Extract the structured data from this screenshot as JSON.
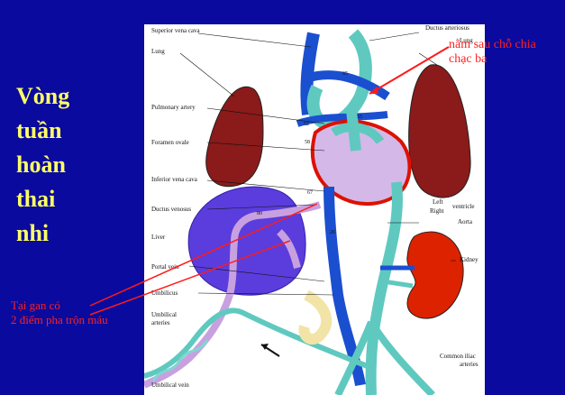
{
  "slide": {
    "title_lines": [
      "Vòng",
      "tuần",
      "hoàn",
      "thai",
      "nhi"
    ],
    "note_top": [
      "nằm sau chỗ chia",
      "chạc ba"
    ],
    "note_bottom": [
      "Tại gan có",
      "2 điểm pha trộn máu"
    ]
  },
  "diagram": {
    "labels": {
      "superior_vena_cava": "Superior vena cava",
      "lung": "Lung",
      "pulmonary_artery": "Pulmonary artery",
      "foramen_ovale": "Foramen ovale",
      "inferior_vena_cava": "Inferior vena cava",
      "ductus_venosus": "Ductus venosus",
      "liver": "Liver",
      "portal_vein": "Portal vein",
      "umbilicus": "Umbilicus",
      "umbilical_arteries_1": "Umbilical",
      "umbilical_arteries_2": "arteries",
      "umbilical_vein": "Umbilical vein",
      "ductus_arteriosus": "Ductus arteriosus",
      "lung_right": "Lung",
      "left": "Left",
      "right": "Right",
      "ventricle": "ventricle",
      "aorta": "Aorta",
      "kidney": "Kidney",
      "common_iliac_1": "Common iliac",
      "common_iliac_2": "arteries"
    },
    "saturations": [
      "65",
      "55",
      "52",
      "58",
      "67",
      "80",
      "26"
    ]
  }
}
